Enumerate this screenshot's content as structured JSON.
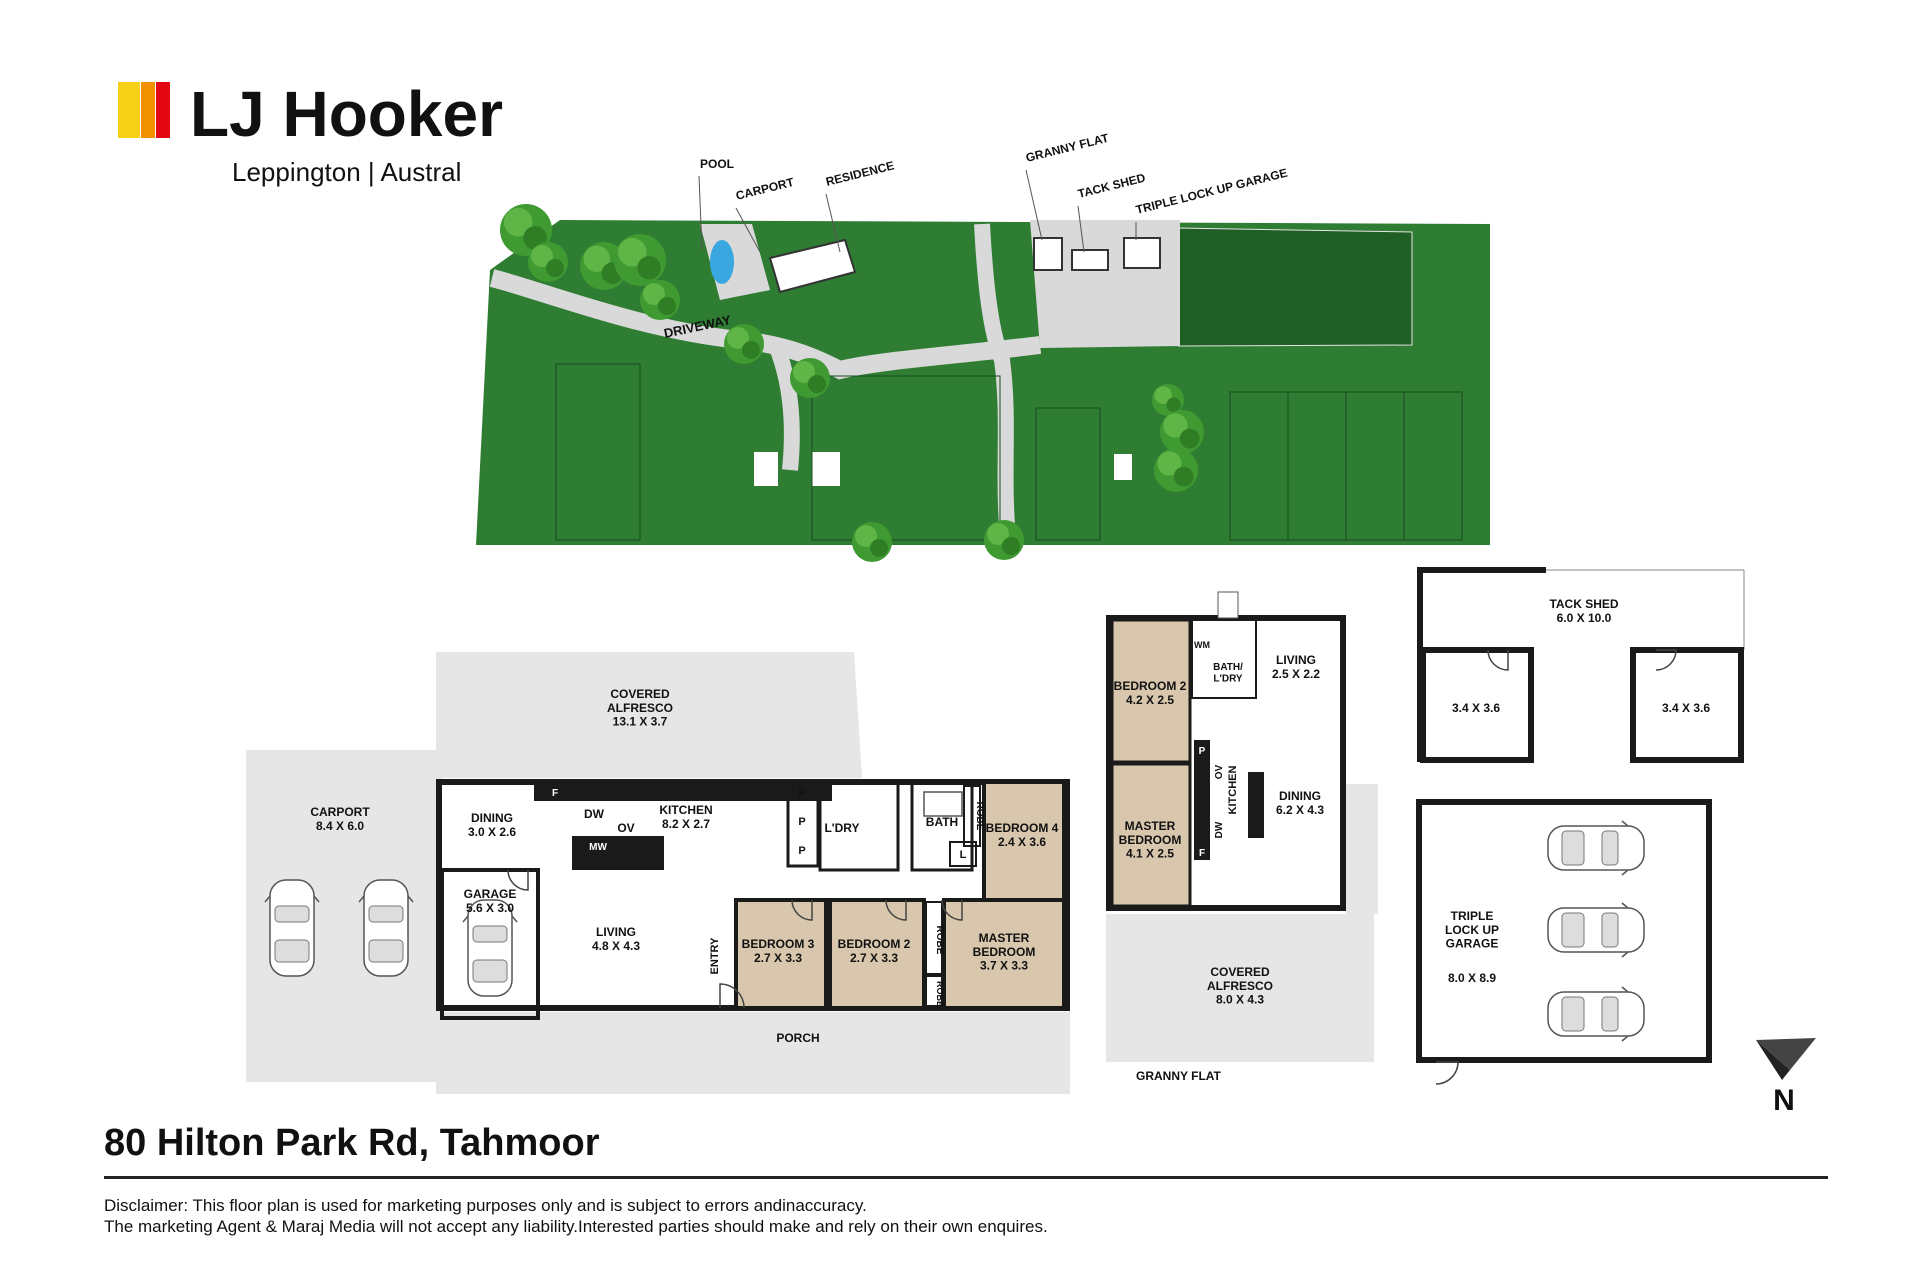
{
  "brand": {
    "name": "LJ Hooker",
    "office": "Leppington | Austral",
    "colors": [
      "#f7d117",
      "#f39200",
      "#e30613"
    ]
  },
  "site_plan": {
    "labels": {
      "pool": "POOL",
      "carport": "CARPORT",
      "residence": "RESIDENCE",
      "granny_flat": "GRANNY FLAT",
      "tack_shed": "TACK SHED",
      "triple_garage": "TRIPLE LOCK UP GARAGE",
      "driveway": "DRIVEWAY"
    },
    "colors": {
      "grass": "#2e7d32",
      "grass_dark": "#1f5e25",
      "path": "#d9d9d9",
      "tree": "#3f9a32",
      "pool": "#3ba7e0"
    }
  },
  "residence": {
    "rooms": {
      "covered_alfresco": {
        "name": "COVERED\nALFRESCO",
        "size": "13.1 X 3.7"
      },
      "carport": {
        "name": "CARPORT",
        "size": "8.4 X 6.0"
      },
      "dining": {
        "name": "DINING",
        "size": "3.0 X 2.6"
      },
      "kitchen": {
        "name": "KITCHEN",
        "size": "8.2 X 2.7"
      },
      "garage": {
        "name": "GARAGE",
        "size": "5.6 X 3.0"
      },
      "living": {
        "name": "LIVING",
        "size": "4.8 X 4.3"
      },
      "bedroom4": {
        "name": "BEDROOM 4",
        "size": "2.4 X 3.6"
      },
      "bedroom3": {
        "name": "BEDROOM 3",
        "size": "2.7 X 3.3"
      },
      "bedroom2": {
        "name": "BEDROOM 2",
        "size": "2.7 X 3.3"
      },
      "master": {
        "name": "MASTER\nBEDROOM",
        "size": "3.7 X 3.3"
      }
    },
    "small_labels": {
      "ldry": "L'DRY",
      "bath": "BATH",
      "robe": "ROBE",
      "entry": "ENTRY",
      "porch": "PORCH",
      "dw": "DW",
      "ov": "OV",
      "mw": "MW",
      "f": "F",
      "p": "P",
      "l": "L"
    }
  },
  "granny_flat": {
    "title": "GRANNY FLAT",
    "rooms": {
      "bedroom2": {
        "name": "BEDROOM 2",
        "size": "4.2 X 2.5"
      },
      "master": {
        "name": "MASTER\nBEDROOM",
        "size": "4.1 X 2.5"
      },
      "living": {
        "name": "LIVING",
        "size": "2.5 X 2.2"
      },
      "dining": {
        "name": "DINING",
        "size": "6.2 X 4.3"
      },
      "alfresco": {
        "name": "COVERED\nALFRESCO",
        "size": "8.0 X 4.3"
      }
    },
    "small_labels": {
      "bath_ldry": "BATH/\nL'DRY",
      "wm": "WM",
      "kitchen": "KITCHEN",
      "ov": "OV",
      "dw": "DW",
      "p": "P",
      "f": "F"
    }
  },
  "tack_shed": {
    "name": "TACK SHED",
    "size": "6.0 X 10.0",
    "room_left": "3.4 X 3.6",
    "room_right": "3.4 X 3.6"
  },
  "triple_garage": {
    "name": "TRIPLE\nLOCK UP\nGARAGE",
    "size": "8.0 X 8.9"
  },
  "compass": {
    "label": "N"
  },
  "address": "80 Hilton Park Rd, Tahmoor",
  "disclaimer": [
    "Disclaimer: This floor plan is used for marketing purposes only and is subject to errors andinaccuracy.",
    "The marketing Agent & Maraj Media will not accept any liability.Interested parties should make and rely on their own enquires."
  ],
  "colors": {
    "wall": "#1a1a1a",
    "bedroom_fill": "#d8c7ad",
    "paving": "#e6e6e6",
    "text": "#111111"
  }
}
